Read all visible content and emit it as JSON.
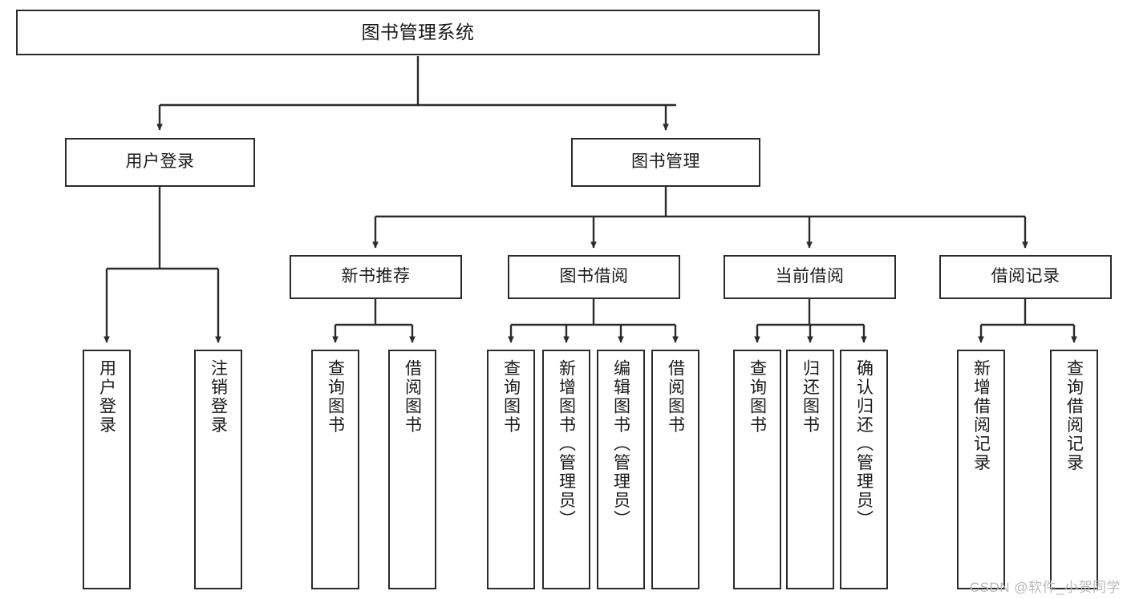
{
  "diagram": {
    "title": "图书管理系统",
    "watermark": "CSDN @软件_小贺同学",
    "colors": {
      "background": "#ffffff",
      "node_border": "#2b2b2b",
      "node_fill": "#ffffff",
      "edge": "#2b2b2b",
      "text": "#1a1a1a",
      "watermark": "#b9b9b9"
    },
    "root": {
      "label": "图书管理系统"
    },
    "level2": [
      {
        "id": "user-login",
        "label": "用户登录"
      },
      {
        "id": "book-manage",
        "label": "图书管理"
      }
    ],
    "level3": [
      {
        "id": "new-book-recommend",
        "label": "新书推荐",
        "parent": "book-manage"
      },
      {
        "id": "book-borrow",
        "label": "图书借阅",
        "parent": "book-manage"
      },
      {
        "id": "current-borrow",
        "label": "当前借阅",
        "parent": "book-manage"
      },
      {
        "id": "borrow-record",
        "label": "借阅记录",
        "parent": "book-manage"
      }
    ],
    "leaves": [
      {
        "id": "leaf-user-login",
        "label": "用户登录",
        "parent": "user-login"
      },
      {
        "id": "leaf-logout-login",
        "label": "注销登录",
        "parent": "user-login"
      },
      {
        "id": "leaf-query-book-1",
        "label": "查询图书",
        "parent": "new-book-recommend"
      },
      {
        "id": "leaf-borrow-book-1",
        "label": "借阅图书",
        "parent": "new-book-recommend"
      },
      {
        "id": "leaf-query-book-2",
        "label": "查询图书",
        "parent": "book-borrow"
      },
      {
        "id": "leaf-add-book",
        "label": "新增图书（管理员）",
        "parent": "book-borrow"
      },
      {
        "id": "leaf-edit-book",
        "label": "编辑图书（管理员）",
        "parent": "book-borrow"
      },
      {
        "id": "leaf-borrow-book-2",
        "label": "借阅图书",
        "parent": "book-borrow"
      },
      {
        "id": "leaf-query-book-3",
        "label": "查询图书",
        "parent": "current-borrow"
      },
      {
        "id": "leaf-return-book",
        "label": "归还图书",
        "parent": "current-borrow"
      },
      {
        "id": "leaf-confirm-return",
        "label": "确认归还（管理员）",
        "parent": "current-borrow"
      },
      {
        "id": "leaf-add-record",
        "label": "新增借阅记录",
        "parent": "borrow-record"
      },
      {
        "id": "leaf-query-record",
        "label": "查询借阅记录",
        "parent": "borrow-record"
      }
    ]
  }
}
